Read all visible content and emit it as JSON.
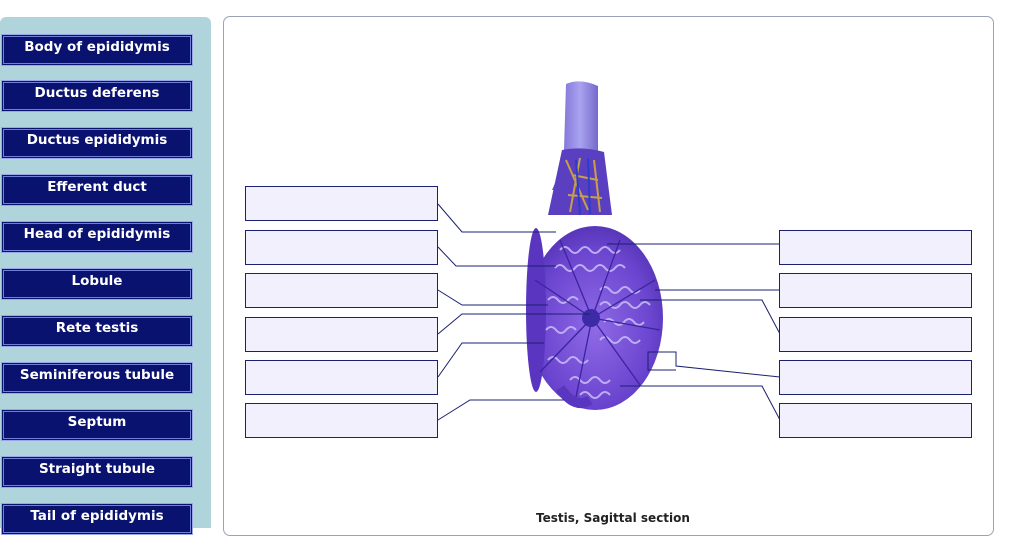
{
  "word_bank": {
    "labels": [
      "Body of epididymis",
      "Ductus deferens",
      "Ductus epididymis",
      "Efferent duct",
      "Head of epididymis",
      "Lobule",
      "Rete testis",
      "Seminiferous tubule",
      "Septum",
      "Straight tubule",
      "Tail of epididymis"
    ]
  },
  "figure": {
    "caption": "Testis, Sagittal section",
    "left_drop_count": 6,
    "right_drop_count": 5
  },
  "colors": {
    "chip_bg": "#0a1270",
    "sidebar_bg": "#b0d4dc",
    "drop_bg": "#f2f0fc",
    "leader": "#1b2070",
    "testis_fill": "#7a52d8"
  }
}
